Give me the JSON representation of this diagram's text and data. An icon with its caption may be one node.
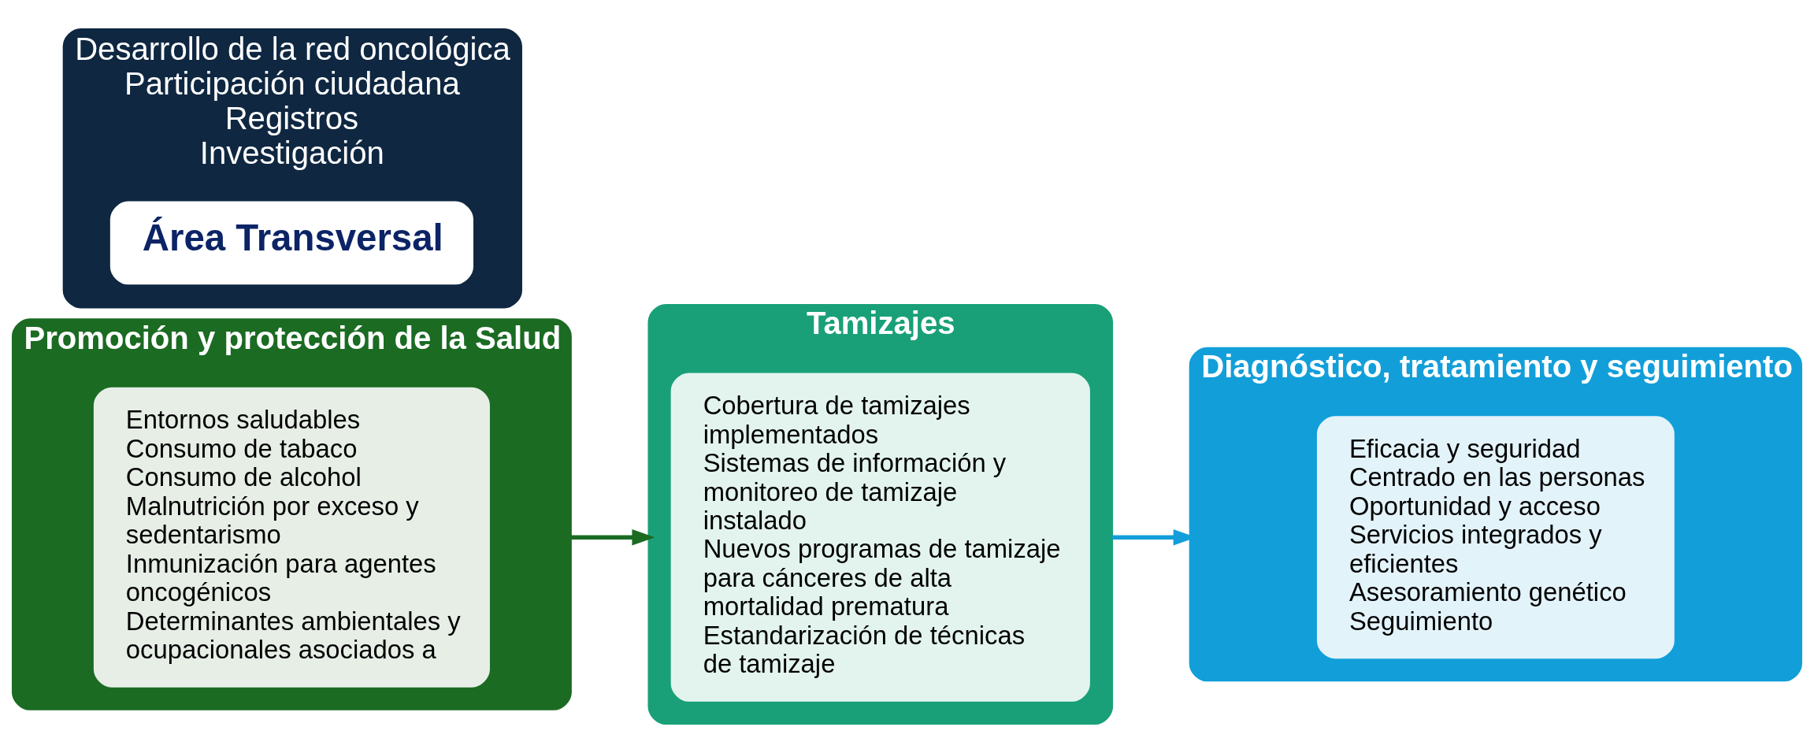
{
  "diagram": {
    "nodes": [
      {
        "text": [
          "Promoción y protección de la Salud"
        ]
      },
      {
        "text": [
          "Entornos saludables",
          "Consumo de tabaco",
          "Consumo de alcohol",
          "Malnutrición por exceso y sedentarismo",
          "Inmunización para agentes oncogénicos",
          "Determinantes ambientales y ocupacionales asociados a"
        ],
        "in": 0
      },
      {
        "text": [
          "Tamizajes"
        ]
      },
      {
        "text": [
          "Cobertura de tamizajes implementados",
          "Sistemas de información y monitoreo de tamizaje instalado",
          "Nuevos programas de tamizaje para cánceres de alta mortalidad prematura",
          "Estandarización de técnicas de tamizaje"
        ],
        "in": 2
      },
      {
        "text": [
          "Diagnóstico, tratamiento y seguimiento"
        ]
      },
      {
        "text": [
          "Eficacia y seguridad",
          "Centrado en las personas",
          "Oportunidad y acceso",
          "Servicios integrados y eficientes",
          "Asesoramiento genético",
          "Seguimiento"
        ],
        "in": 4
      },
      {
        "text": [
          "Desarrollo de la red oncológica",
          "Participación ciudadana",
          "Registros",
          "Investigación"
        ]
      },
      {
        "text": [
          "Área Transversal"
        ],
        "in": 6
      }
    ],
    "edges": [
      {
        "from": 0,
        "to": 2,
        "arrow": "to",
        "color": "#1b6b23"
      },
      {
        "from": 2,
        "to": 4,
        "arrow": "to",
        "color": "#129fd9"
      }
    ]
  }
}
